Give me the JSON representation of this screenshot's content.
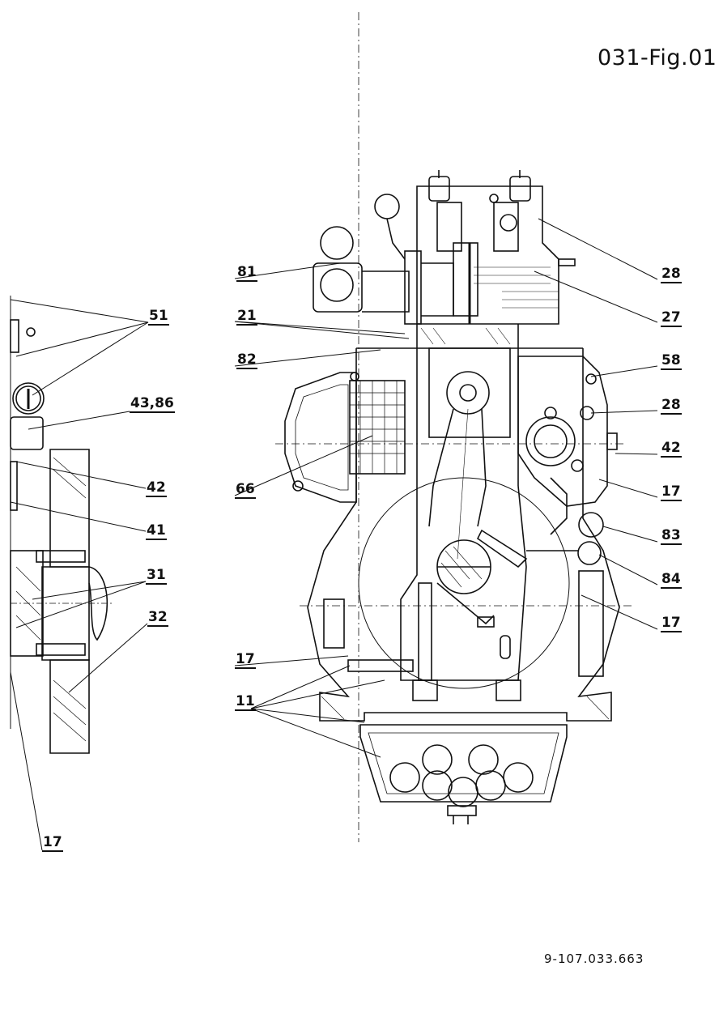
{
  "title": "031-Fig.01",
  "document_number": "9-107.033.663",
  "callouts": {
    "c51": "51",
    "c43_86": "43,86",
    "c42_left": "42",
    "c41": "41",
    "c31": "31",
    "c32": "32",
    "c17_left_bottom": "17",
    "c81": "81",
    "c21": "21",
    "c82": "82",
    "c66": "66",
    "c17_mid": "17",
    "c11": "11",
    "c28_top": "28",
    "c27": "27",
    "c58": "58",
    "c28_mid": "28",
    "c42_right": "42",
    "c17_right_a": "17",
    "c83": "83",
    "c84": "84",
    "c17_right_b": "17"
  },
  "colors": {
    "ink": "#111111",
    "paper": "#ffffff"
  }
}
